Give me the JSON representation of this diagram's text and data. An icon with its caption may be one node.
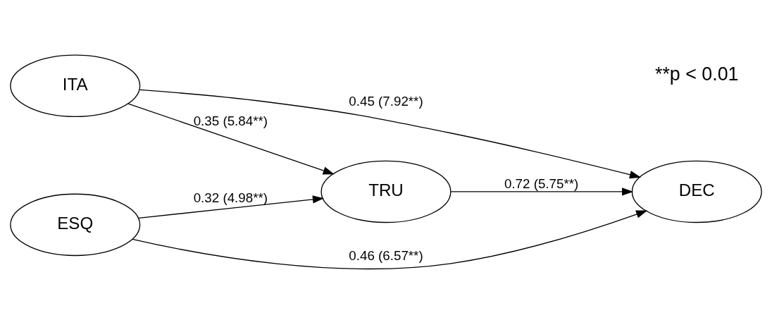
{
  "diagram": {
    "nodes": [
      {
        "text": [
          "ITA"
        ]
      },
      {
        "text": [
          "TRU"
        ]
      },
      {
        "text": [
          "DEC"
        ]
      },
      {
        "text": [
          "ESQ"
        ]
      }
    ],
    "edges": [
      {
        "from": 0,
        "to": 2,
        "arrow": "to",
        "label": "0.45 (7.92**)"
      },
      {
        "from": 0,
        "to": 1,
        "arrow": "to",
        "label": "0.35 (5.84**)"
      },
      {
        "from": 1,
        "to": 2,
        "arrow": "to",
        "label": "0.72 (5.75**)"
      },
      {
        "from": 3,
        "to": 1,
        "arrow": "to",
        "label": "0.32 (4.98**)"
      },
      {
        "from": 3,
        "to": 2,
        "arrow": "to",
        "label": "0.46 (6.57**)"
      }
    ],
    "labels": [
      "**p < 0.01"
    ]
  }
}
